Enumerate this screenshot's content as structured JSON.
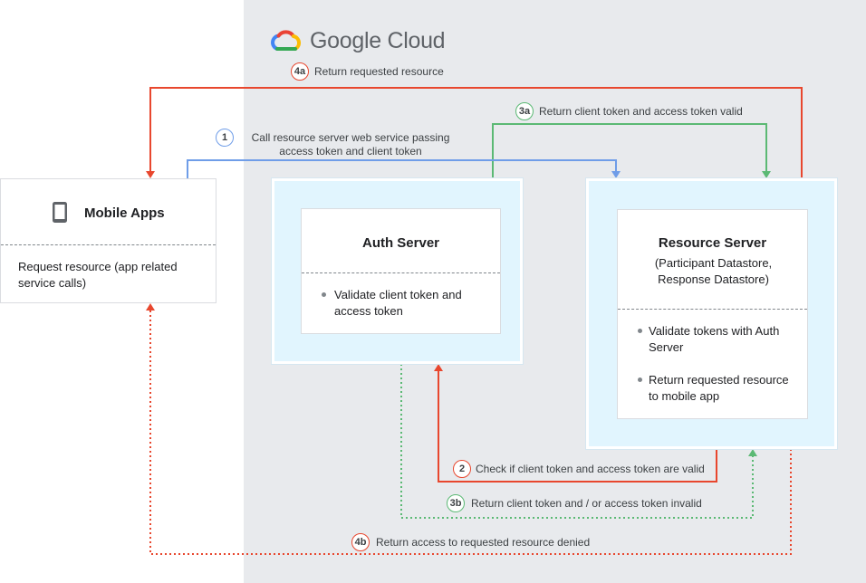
{
  "logo": {
    "text": "Google Cloud",
    "icon": "google-cloud-logo-icon"
  },
  "colors": {
    "red": "#e8472e",
    "blue": "#6f9de8",
    "green": "#5bb974",
    "cloud_bg": "#e8eaed",
    "zone_bg": "#e1f5fe"
  },
  "mobile": {
    "title": "Mobile Apps",
    "icon": "mobile-phone-icon",
    "description": "Request resource (app related service calls)"
  },
  "auth": {
    "title": "Auth Server",
    "items": [
      "Validate client token and access token"
    ]
  },
  "resource": {
    "title": "Resource Server",
    "subtitle": "(Participant Datastore, Response Datastore)",
    "items": [
      "Validate tokens with Auth Server",
      "Return requested resource to mobile app"
    ]
  },
  "flows": [
    {
      "step": "1",
      "label": "Call resource server web service passing access token and client token",
      "color": "blue"
    },
    {
      "step": "2",
      "label": "Check if client token and access token are valid",
      "color": "red"
    },
    {
      "step": "3a",
      "label": "Return client token and access token valid",
      "color": "green"
    },
    {
      "step": "3b",
      "label": "Return client token and / or access token invalid",
      "color": "green"
    },
    {
      "step": "4a",
      "label": "Return requested resource",
      "color": "red"
    },
    {
      "step": "4b",
      "label": "Return access to requested resource denied",
      "color": "red"
    }
  ]
}
